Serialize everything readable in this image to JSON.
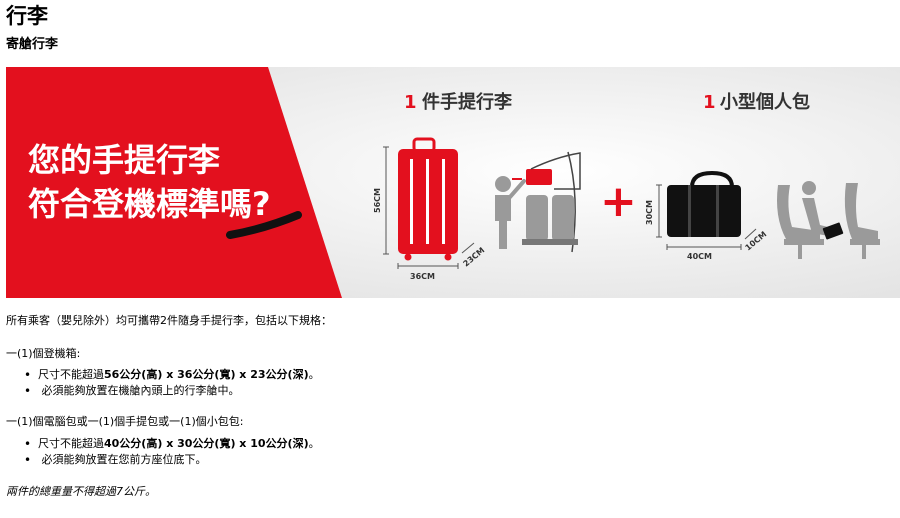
{
  "page": {
    "title": "行李",
    "subtitle": "寄艙行李"
  },
  "banner": {
    "headline_line1": "您的手提行李",
    "headline_line2": "符合登機標準嗎?",
    "item1_count": "1",
    "item1_label": "件手提行李",
    "item2_count": "1",
    "item2_label": "小型個人包",
    "suitcase_height": "56CM",
    "suitcase_width": "36CM",
    "suitcase_depth": "23CM",
    "bag_height": "30CM",
    "bag_width": "40CM",
    "bag_depth": "10CM",
    "plus_sign": "+",
    "colors": {
      "red": "#e3101e",
      "dark": "#1a1a1a",
      "gray": "#9a9a9a"
    }
  },
  "content": {
    "intro": "所有乘客（嬰兒除外）均可攜帶2件隨身手提行李，包括以下規格：",
    "section1": {
      "heading": "一(1)個登機箱:",
      "rule1_prefix": "尺寸不能超過",
      "rule1_bold": "56公分(高) x 36公分(寬) x 23公分(深)",
      "rule1_suffix": "。",
      "rule2": "必須能夠放置在機艙內頭上的行李艙中。"
    },
    "section2": {
      "heading": "一(1)個電腦包或一(1)個手提包或一(1)個小包包:",
      "rule1_prefix": "尺寸不能超過",
      "rule1_bold": "40公分(高) x 30公分(寬) x 10公分(深)",
      "rule1_suffix": "。",
      "rule2": "必須能夠放置在您前方座位底下。"
    },
    "note": "兩件的總重量不得超過7公斤。"
  }
}
